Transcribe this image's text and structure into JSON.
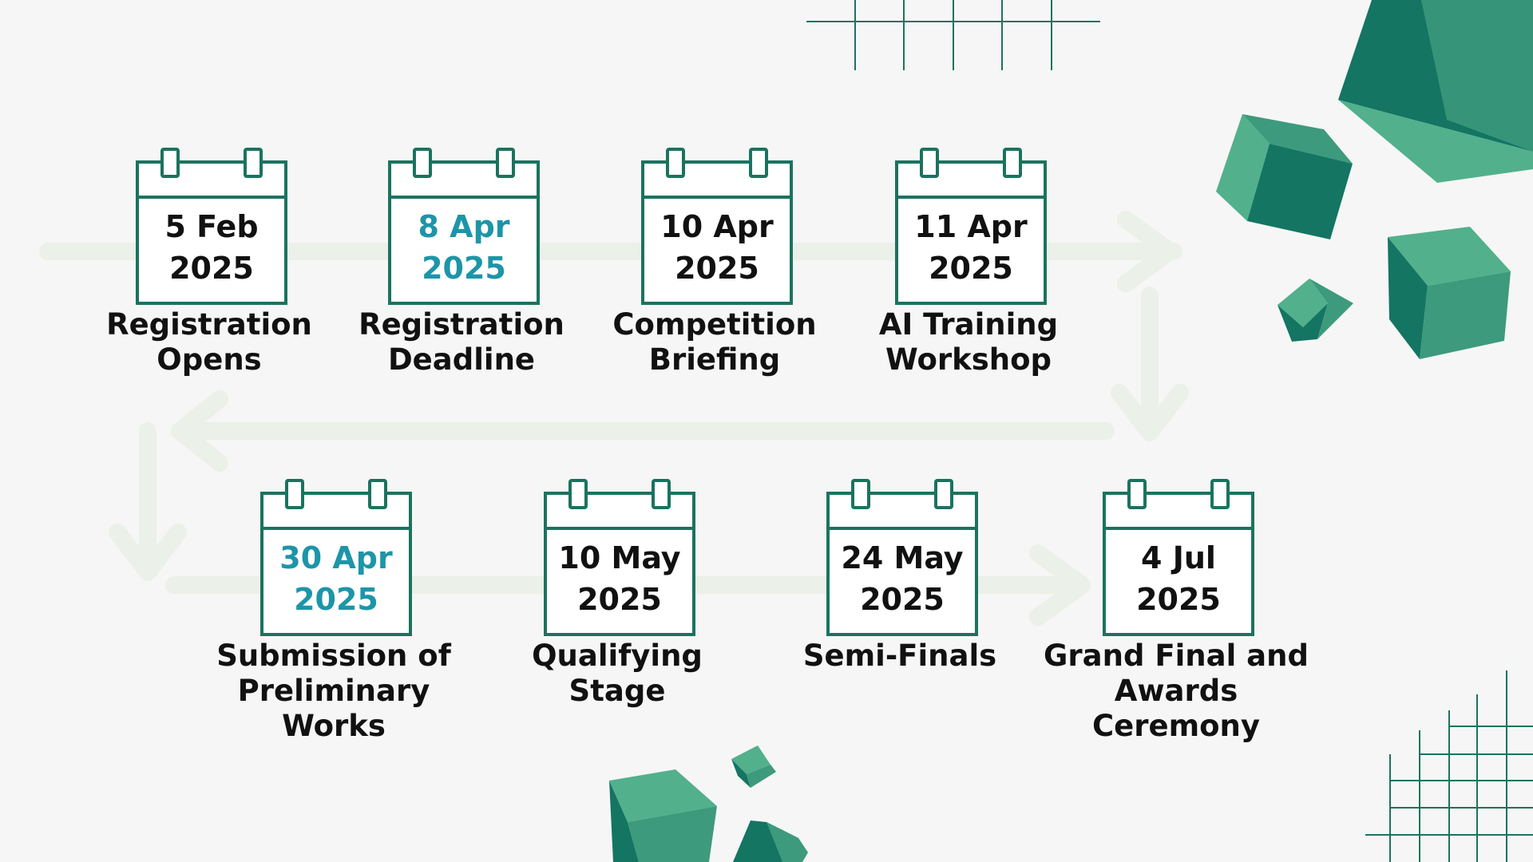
{
  "colors": {
    "background": "#f6f6f6",
    "calendar_stroke": "#1b735f",
    "highlight_text": "#1d95a8",
    "flow_arrow": "#ebf0e8",
    "cube_light": "#52b08c",
    "cube_mid": "#3d9a7c",
    "cube_dark": "#137562"
  },
  "events": [
    {
      "day_month": "5 Feb",
      "year": "2025",
      "line1": "Registration",
      "line2": "Opens",
      "highlight": false
    },
    {
      "day_month": "8 Apr",
      "year": "2025",
      "line1": "Registration",
      "line2": "Deadline",
      "highlight": true
    },
    {
      "day_month": "10 Apr",
      "year": "2025",
      "line1": "Competition",
      "line2": "Briefing",
      "highlight": false
    },
    {
      "day_month": "11 Apr",
      "year": "2025",
      "line1": "AI Training",
      "line2": "Workshop",
      "highlight": false
    },
    {
      "day_month": "30 Apr",
      "year": "2025",
      "line1": "Submission of",
      "line2": "Preliminary Works",
      "highlight": true
    },
    {
      "day_month": "10 May",
      "year": "2025",
      "line1": "Qualifying Stage",
      "line2": "",
      "highlight": false
    },
    {
      "day_month": "24 May",
      "year": "2025",
      "line1": "Semi-Finals",
      "line2": "",
      "highlight": false
    },
    {
      "day_month": "4 Jul",
      "year": "2025",
      "line1": "Grand Final and",
      "line2": "Awards Ceremony",
      "highlight": false
    }
  ]
}
